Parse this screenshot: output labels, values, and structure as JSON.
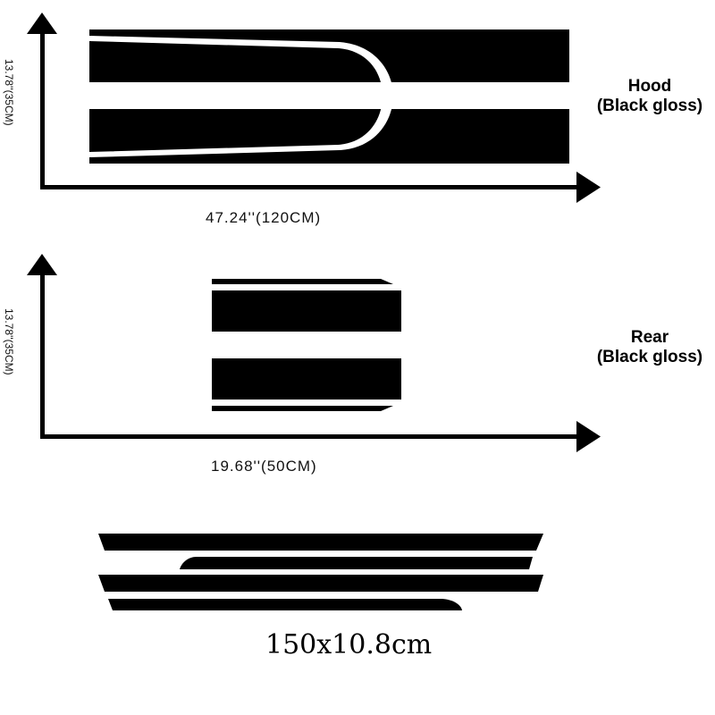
{
  "hood": {
    "title": "Hood",
    "finish": "(Black gloss)",
    "width_label": "47.24''(120CM)",
    "height_label": "13.78''(35CM)"
  },
  "rear": {
    "title": "Rear",
    "finish": "(Black gloss)",
    "width_label": "19.68''(50CM)",
    "height_label": "13.78''(35CM)"
  },
  "side": {
    "size_label": "150x10.8cm"
  },
  "colors": {
    "ink": "#000000",
    "background": "#ffffff"
  }
}
